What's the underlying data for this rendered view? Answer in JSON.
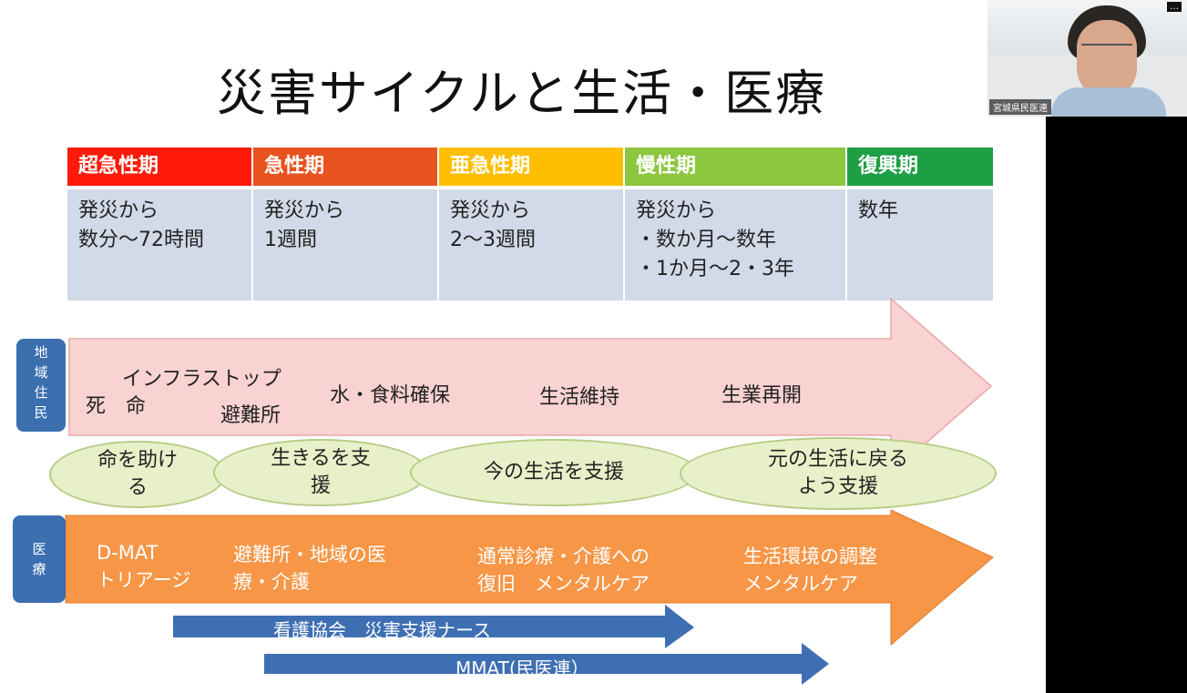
{
  "slide": {
    "title": "災害サイクルと生活・医療",
    "phases": [
      {
        "label": "超急性期",
        "color": "#ff1a0a",
        "desc": "発災から\n数分〜72時間"
      },
      {
        "label": "急性期",
        "color": "#e8521f",
        "desc": "発災から\n1週間"
      },
      {
        "label": "亜急性期",
        "color": "#ffbf00",
        "desc": "発災から\n2〜3週間"
      },
      {
        "label": "慢性期",
        "color": "#8dc63f",
        "desc": "発災から\n・数か月〜数年\n・1か月〜2・3年"
      },
      {
        "label": "復興期",
        "color": "#1e9e45",
        "desc": "数年"
      }
    ],
    "resident": {
      "label": "地\n域\n住\n民",
      "items": [
        "死　命",
        "インフラストップ",
        "避難所",
        "水・食料確保",
        "生活維持",
        "生業再開"
      ]
    },
    "support": [
      "命を助け\nる",
      "生きるを支\n援",
      "今の生活を支援",
      "元の生活に戻る\nよう支援"
    ],
    "medical": {
      "label": "医\n療",
      "items": [
        "D-MAT\nトリアージ",
        "避難所・地域の医\n療・介護",
        "通常診療・介護への\n復旧　メンタルケア",
        "生活環境の調整\nメンタルケア"
      ]
    },
    "bars": [
      "看護協会　災害支援ナース",
      "MMAT(民医連）"
    ]
  },
  "video": {
    "participant_name": "宮城県民医連",
    "menu": "…"
  },
  "colors": {
    "resident_arrow": "#f9d2d2",
    "medical_arrow": "#f79646",
    "label_blue": "#3b6fb0",
    "table_body": "#d2d9e8"
  }
}
